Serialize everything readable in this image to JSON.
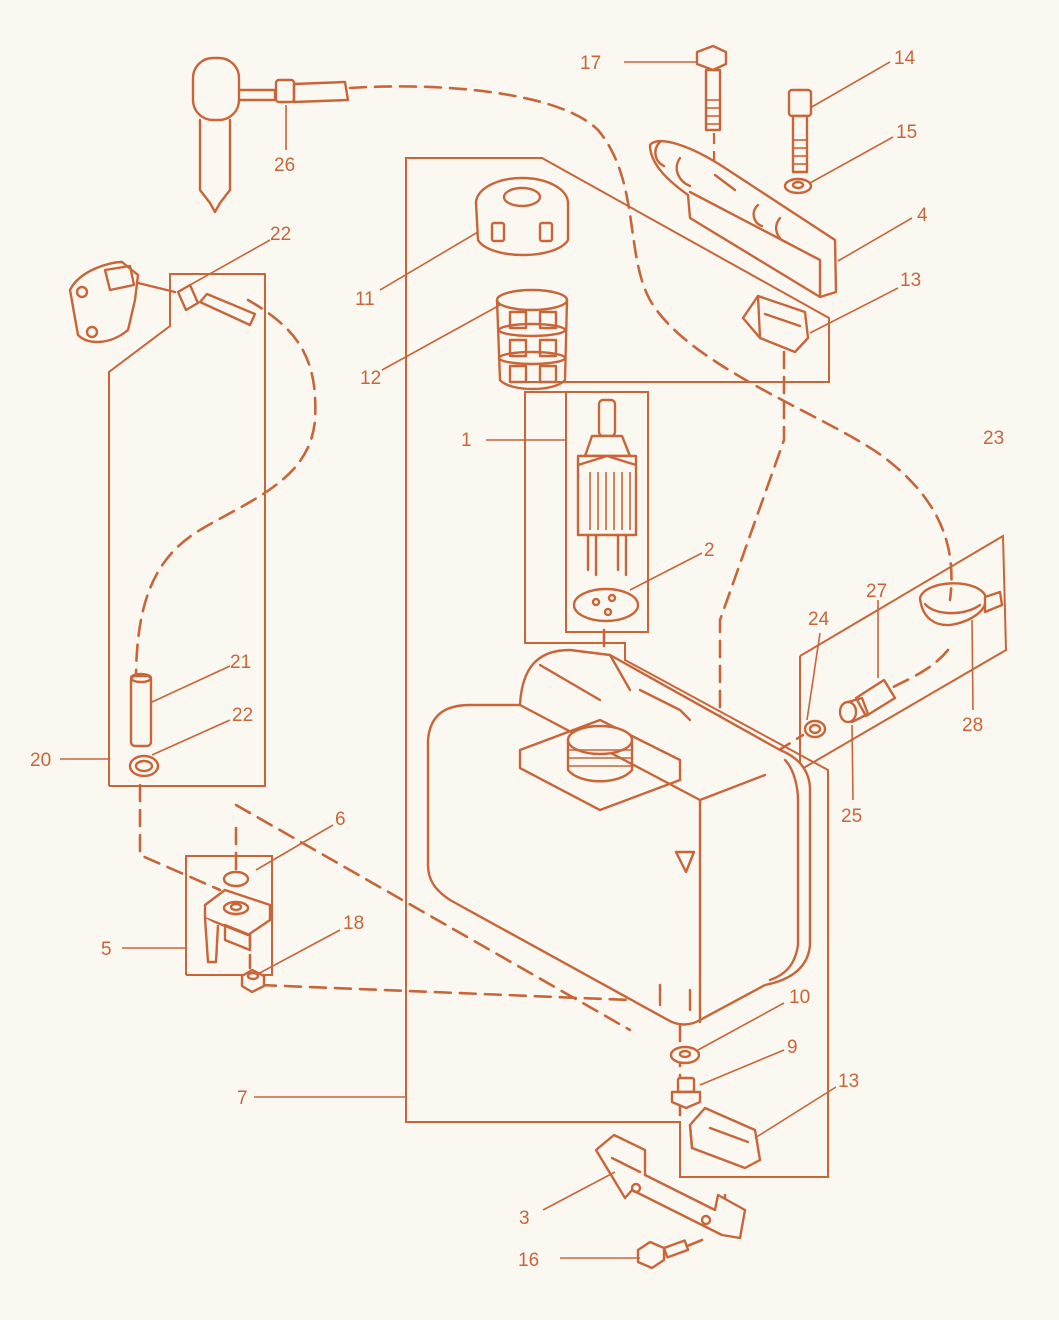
{
  "diagram": {
    "accent_color": "#c8663a",
    "background_color": "#fbf8f1",
    "callouts": [
      "1",
      "2",
      "3",
      "4",
      "5",
      "6",
      "7",
      "9",
      "10",
      "11",
      "12",
      "13",
      "13",
      "14",
      "15",
      "16",
      "17",
      "18",
      "20",
      "21",
      "22",
      "22",
      "23",
      "24",
      "25",
      "26",
      "27",
      "28"
    ]
  }
}
